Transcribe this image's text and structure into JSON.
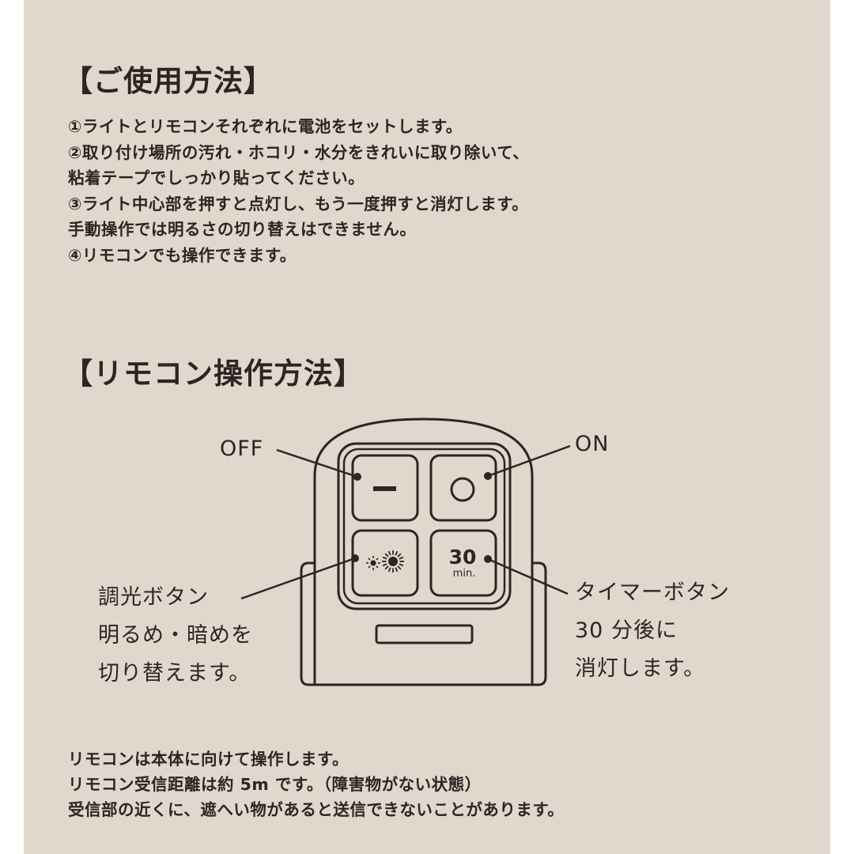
{
  "usage": {
    "heading": "【ご使用方法】",
    "steps": [
      "①ライトとリモコンそれぞれに電池をセットします。",
      "②取り付け場所の汚れ・ホコリ・水分をきれいに取り除いて、",
      "粘着テープでしっかり貼ってください。",
      "③ライト中心部を押すと点灯し、もう一度押すと消灯します。",
      "手動操作では明るさの切り替えはできません。",
      "④リモコンでも操作できます。"
    ]
  },
  "remote": {
    "heading": "【リモコン操作方法】",
    "off_label": "OFF",
    "on_label": "ON",
    "dimmer_label": [
      "調光ボタン",
      "明るめ・暗めを",
      "切り替えます。"
    ],
    "timer_label": [
      "タイマーボタン",
      "30 分後に",
      "消灯します。"
    ],
    "buttons": {
      "off": "−",
      "timer_value": "30",
      "timer_unit": "min.",
      "on_icon": "circle-icon",
      "dim_icon": "sun-small-large-icon"
    }
  },
  "notes": [
    "リモコンは本体に向けて操作します。",
    "リモコン受信距離は約 5m です。（障害物がない状態）",
    "受信部の近くに、遮へい物があると送信できないことがあります。"
  ],
  "colors": {
    "background": "#e2d7cc",
    "ink": "#2b2523"
  }
}
